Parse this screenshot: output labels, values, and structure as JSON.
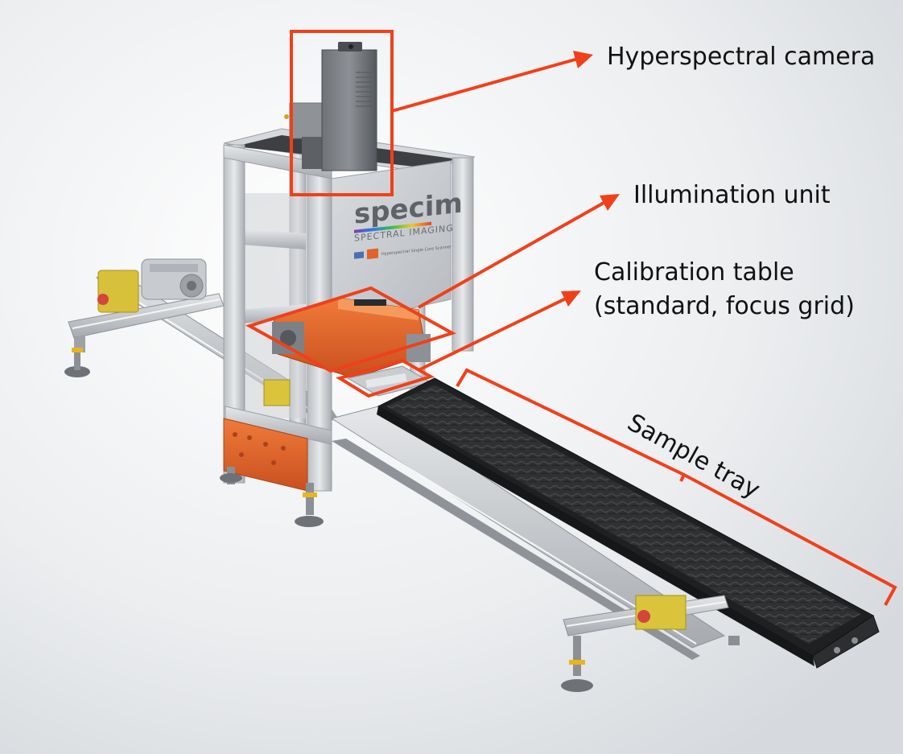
{
  "annotations": {
    "camera": "Hyperspectral camera",
    "illumination": "Illumination unit",
    "calibration_line1": "Calibration table",
    "calibration_line2": "(standard, focus grid)",
    "sample_tray": "Sample tray"
  },
  "device": {
    "brand": "specim",
    "brand_tagline": "SPECTRAL IMAGING",
    "plate_text": "Hyperspectral Single Core Scanner"
  },
  "colors": {
    "annotation": "#f0401a",
    "background": "#e9ebee",
    "frame": "#c9cdd1",
    "orange": "#e2622a",
    "tray": "#2b2c2d"
  }
}
